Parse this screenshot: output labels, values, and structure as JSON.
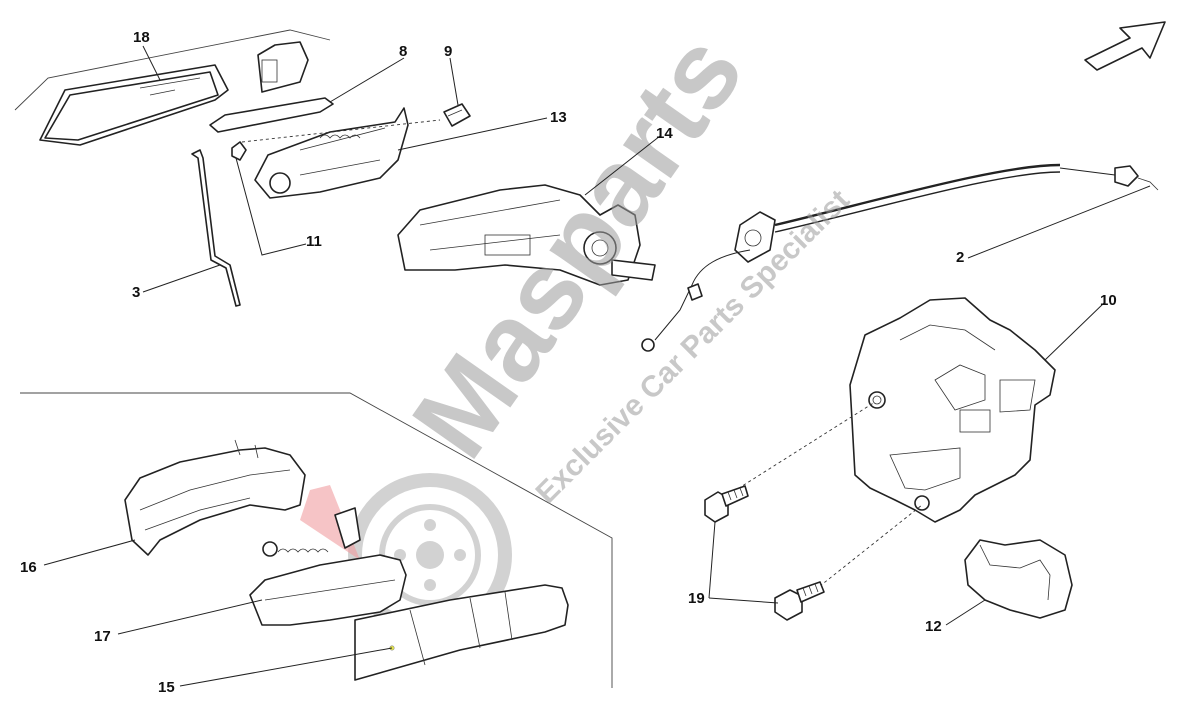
{
  "callouts": {
    "c18": "18",
    "c8": "8",
    "c9": "9",
    "c13": "13",
    "c14": "14",
    "c11": "11",
    "c3": "3",
    "c2": "2",
    "c10": "10",
    "c16": "16",
    "c17": "17",
    "c15": "15",
    "c19": "19",
    "c12": "12"
  },
  "watermark": {
    "brand": "Masparts",
    "tagline": "Exclusive Car Parts Specialist"
  },
  "icons": {
    "direction": "arrow-up-right-icon"
  },
  "colors": {
    "line": "#222222",
    "watermark_gray": "#9c9c9c",
    "watermark_red": "#e0242c"
  }
}
